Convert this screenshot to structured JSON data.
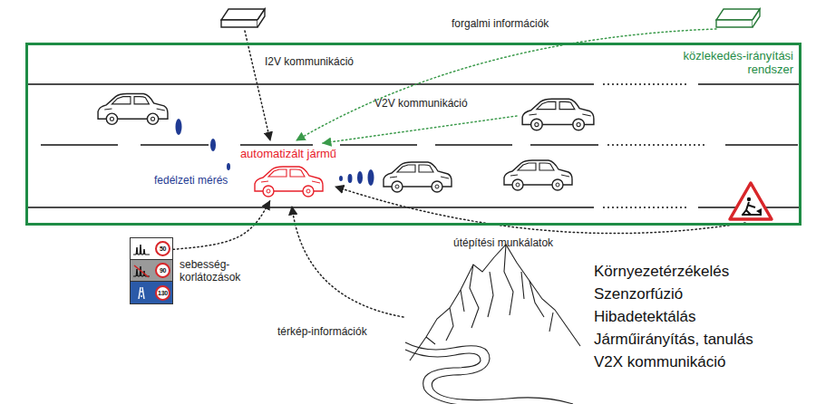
{
  "diagram": {
    "nodes": [
      {
        "text": [
          "közlekedés-irányítási rendszer"
        ]
      },
      {
        "text": [
          "automatizált jármű"
        ],
        "in": 0
      },
      {
        "text": [
          "50",
          "90",
          "130"
        ]
      }
    ],
    "edges": [
      {
        "from": 2,
        "to": 1,
        "arrow": "to",
        "label": "sebesség-korlátozások"
      }
    ],
    "labels": [
      "I2V kommunikáció",
      "forgalmi információk",
      "V2V kommunikáció",
      "fedélzeti mérés",
      "útépítési munkálatok",
      "térkép-információk",
      "Környezetérzékelés",
      "Szenzorfúzió",
      "Hibadetektálás",
      "Járműirányítás, tanulás",
      "V2X kommunikáció"
    ]
  }
}
